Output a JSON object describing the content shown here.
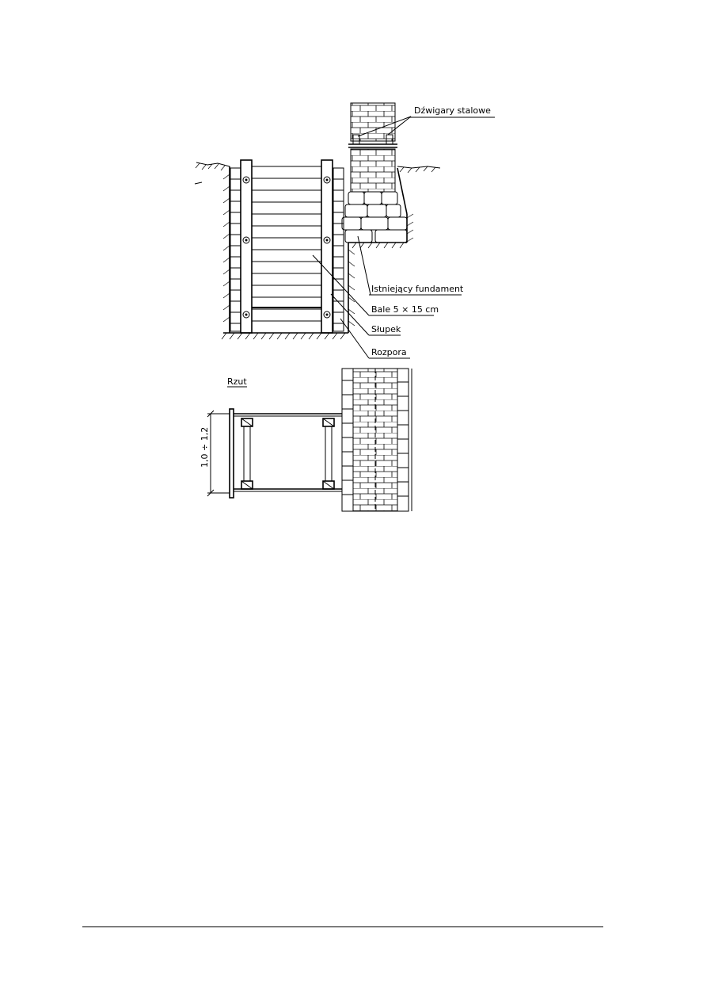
{
  "diagram": {
    "labels": {
      "steel_beams": "Dźwigary stalowe",
      "existing_foundation": "Istniejący fundament",
      "planks": "Bale 5 × 15 cm",
      "post": "Słupek",
      "strut": "Rozpora",
      "plan_view": "Rzut",
      "dimension": "1,0 ÷ 1,2"
    }
  }
}
